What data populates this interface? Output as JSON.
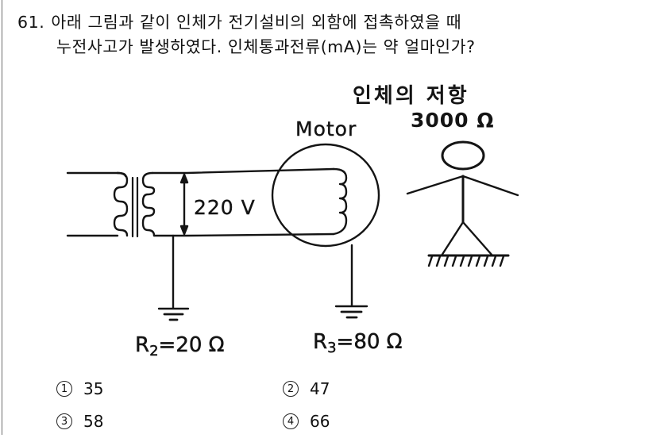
{
  "question": {
    "number": "61.",
    "line1": "아래 그림과 같이 인체가 전기설비의 외함에 접촉하였을 때",
    "line2": "누전사고가 발생하였다. 인체통과전류(mA)는 약 얼마인가?"
  },
  "figure": {
    "body_resistance_label": "인체의 저항",
    "body_resistance_value": "3000 Ω",
    "motor_label": "Motor",
    "voltage_label": "220 V",
    "r2_prefix": "R",
    "r2_sub": "2",
    "r2_value": "=20 Ω",
    "r3_prefix": "R",
    "r3_sub": "3",
    "r3_value": "=80 Ω",
    "icons": [
      "transformer-icon",
      "motor-winding-icon",
      "ground-symbol-icon",
      "stick-figure-person-icon",
      "hatched-ground-icon",
      "double-arrow-icon"
    ]
  },
  "options": [
    {
      "mark": "1",
      "value": "35"
    },
    {
      "mark": "2",
      "value": "47"
    },
    {
      "mark": "3",
      "value": "58"
    },
    {
      "mark": "4",
      "value": "66"
    }
  ],
  "colors": {
    "ink": "#111111",
    "background": "#ffffff",
    "border": "#6b6b6b"
  }
}
